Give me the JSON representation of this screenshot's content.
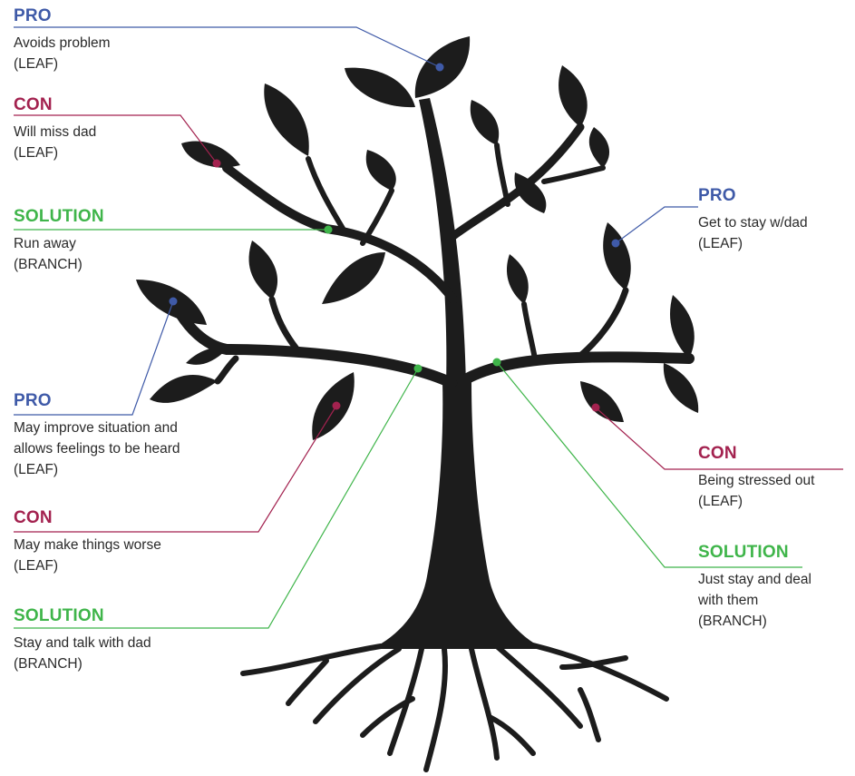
{
  "colors": {
    "pro": "#3f5aa8",
    "con": "#a3224f",
    "solution": "#3fb54a",
    "tree": "#1c1c1c"
  },
  "callouts": [
    {
      "id": "pro-avoids",
      "type": "pro",
      "heading": "PRO",
      "lines": [
        "Avoids problem",
        "(LEAF)"
      ]
    },
    {
      "id": "con-miss-dad",
      "type": "con",
      "heading": "CON",
      "lines": [
        "Will miss dad",
        "(LEAF)"
      ]
    },
    {
      "id": "sol-run-away",
      "type": "solution",
      "heading": "SOLUTION",
      "lines": [
        "Run away",
        "(BRANCH)"
      ]
    },
    {
      "id": "pro-improve",
      "type": "pro",
      "heading": "PRO",
      "lines": [
        "May improve situation and",
        "allows feelings to be heard",
        "(LEAF)"
      ]
    },
    {
      "id": "con-worse",
      "type": "con",
      "heading": "CON",
      "lines": [
        "May make things worse",
        "(LEAF)"
      ]
    },
    {
      "id": "sol-talk",
      "type": "solution",
      "heading": "SOLUTION",
      "lines": [
        "Stay and talk with dad",
        "(BRANCH)"
      ]
    },
    {
      "id": "pro-stay",
      "type": "pro",
      "heading": "PRO",
      "lines": [
        "Get to stay w/dad",
        "(LEAF)"
      ]
    },
    {
      "id": "con-stressed",
      "type": "con",
      "heading": "CON",
      "lines": [
        "Being stressed out",
        "(LEAF)"
      ]
    },
    {
      "id": "sol-deal",
      "type": "solution",
      "heading": "SOLUTION",
      "lines": [
        "Just stay and deal",
        "with them",
        "(BRANCH)"
      ]
    }
  ]
}
